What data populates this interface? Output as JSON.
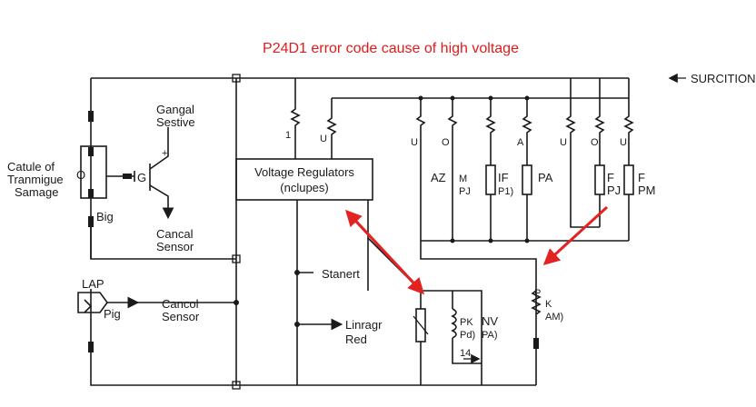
{
  "title": "P24D1 error code cause of high voltage",
  "colors": {
    "title": "#e01b1b",
    "arrow": "#e32222",
    "wire": "#1a1a1a",
    "background": "#ffffff"
  },
  "labels": {
    "surcition": "SURCITION:",
    "capsule_1": "Catule of",
    "capsule_2": "Tranmigue",
    "capsule_3": "Samage",
    "gangal_1": "Gangal",
    "gangal_2": "Sestive",
    "cancal_1": "Cancal",
    "cancal_2": "Sensor",
    "big": "Big",
    "lap": "LAP",
    "pig": "Pig",
    "cancol_1": "Cancol",
    "cancol_2": "Sensor",
    "vreg_1": "Voltage Regulators",
    "vreg_2": "(nclupes)",
    "stanert": "Stanert",
    "linrag_1": "Linragr",
    "linrag_2": "Red",
    "pk_1": "PK",
    "pk_2": "Pd)",
    "nv_1": "NV",
    "nv_2": "PA)",
    "sub_14": "14",
    "rk_1": "K",
    "rk_2": "AM)",
    "rk_p": "P",
    "res_top_left": "1",
    "res_top_mid": "U",
    "r_u1": "U",
    "r_o1": "O",
    "r_a": "A",
    "r_u2": "U",
    "r_o2": "O",
    "r_u3": "U",
    "az": "AZ",
    "m": "M",
    "pj_a": "PJ",
    "if_1": "IF",
    "if_2": "P1)",
    "pa": "PA",
    "f_1": "F",
    "pj_b": "PJ",
    "f_2": "F",
    "pm": "PM",
    "cap_o": "O"
  }
}
